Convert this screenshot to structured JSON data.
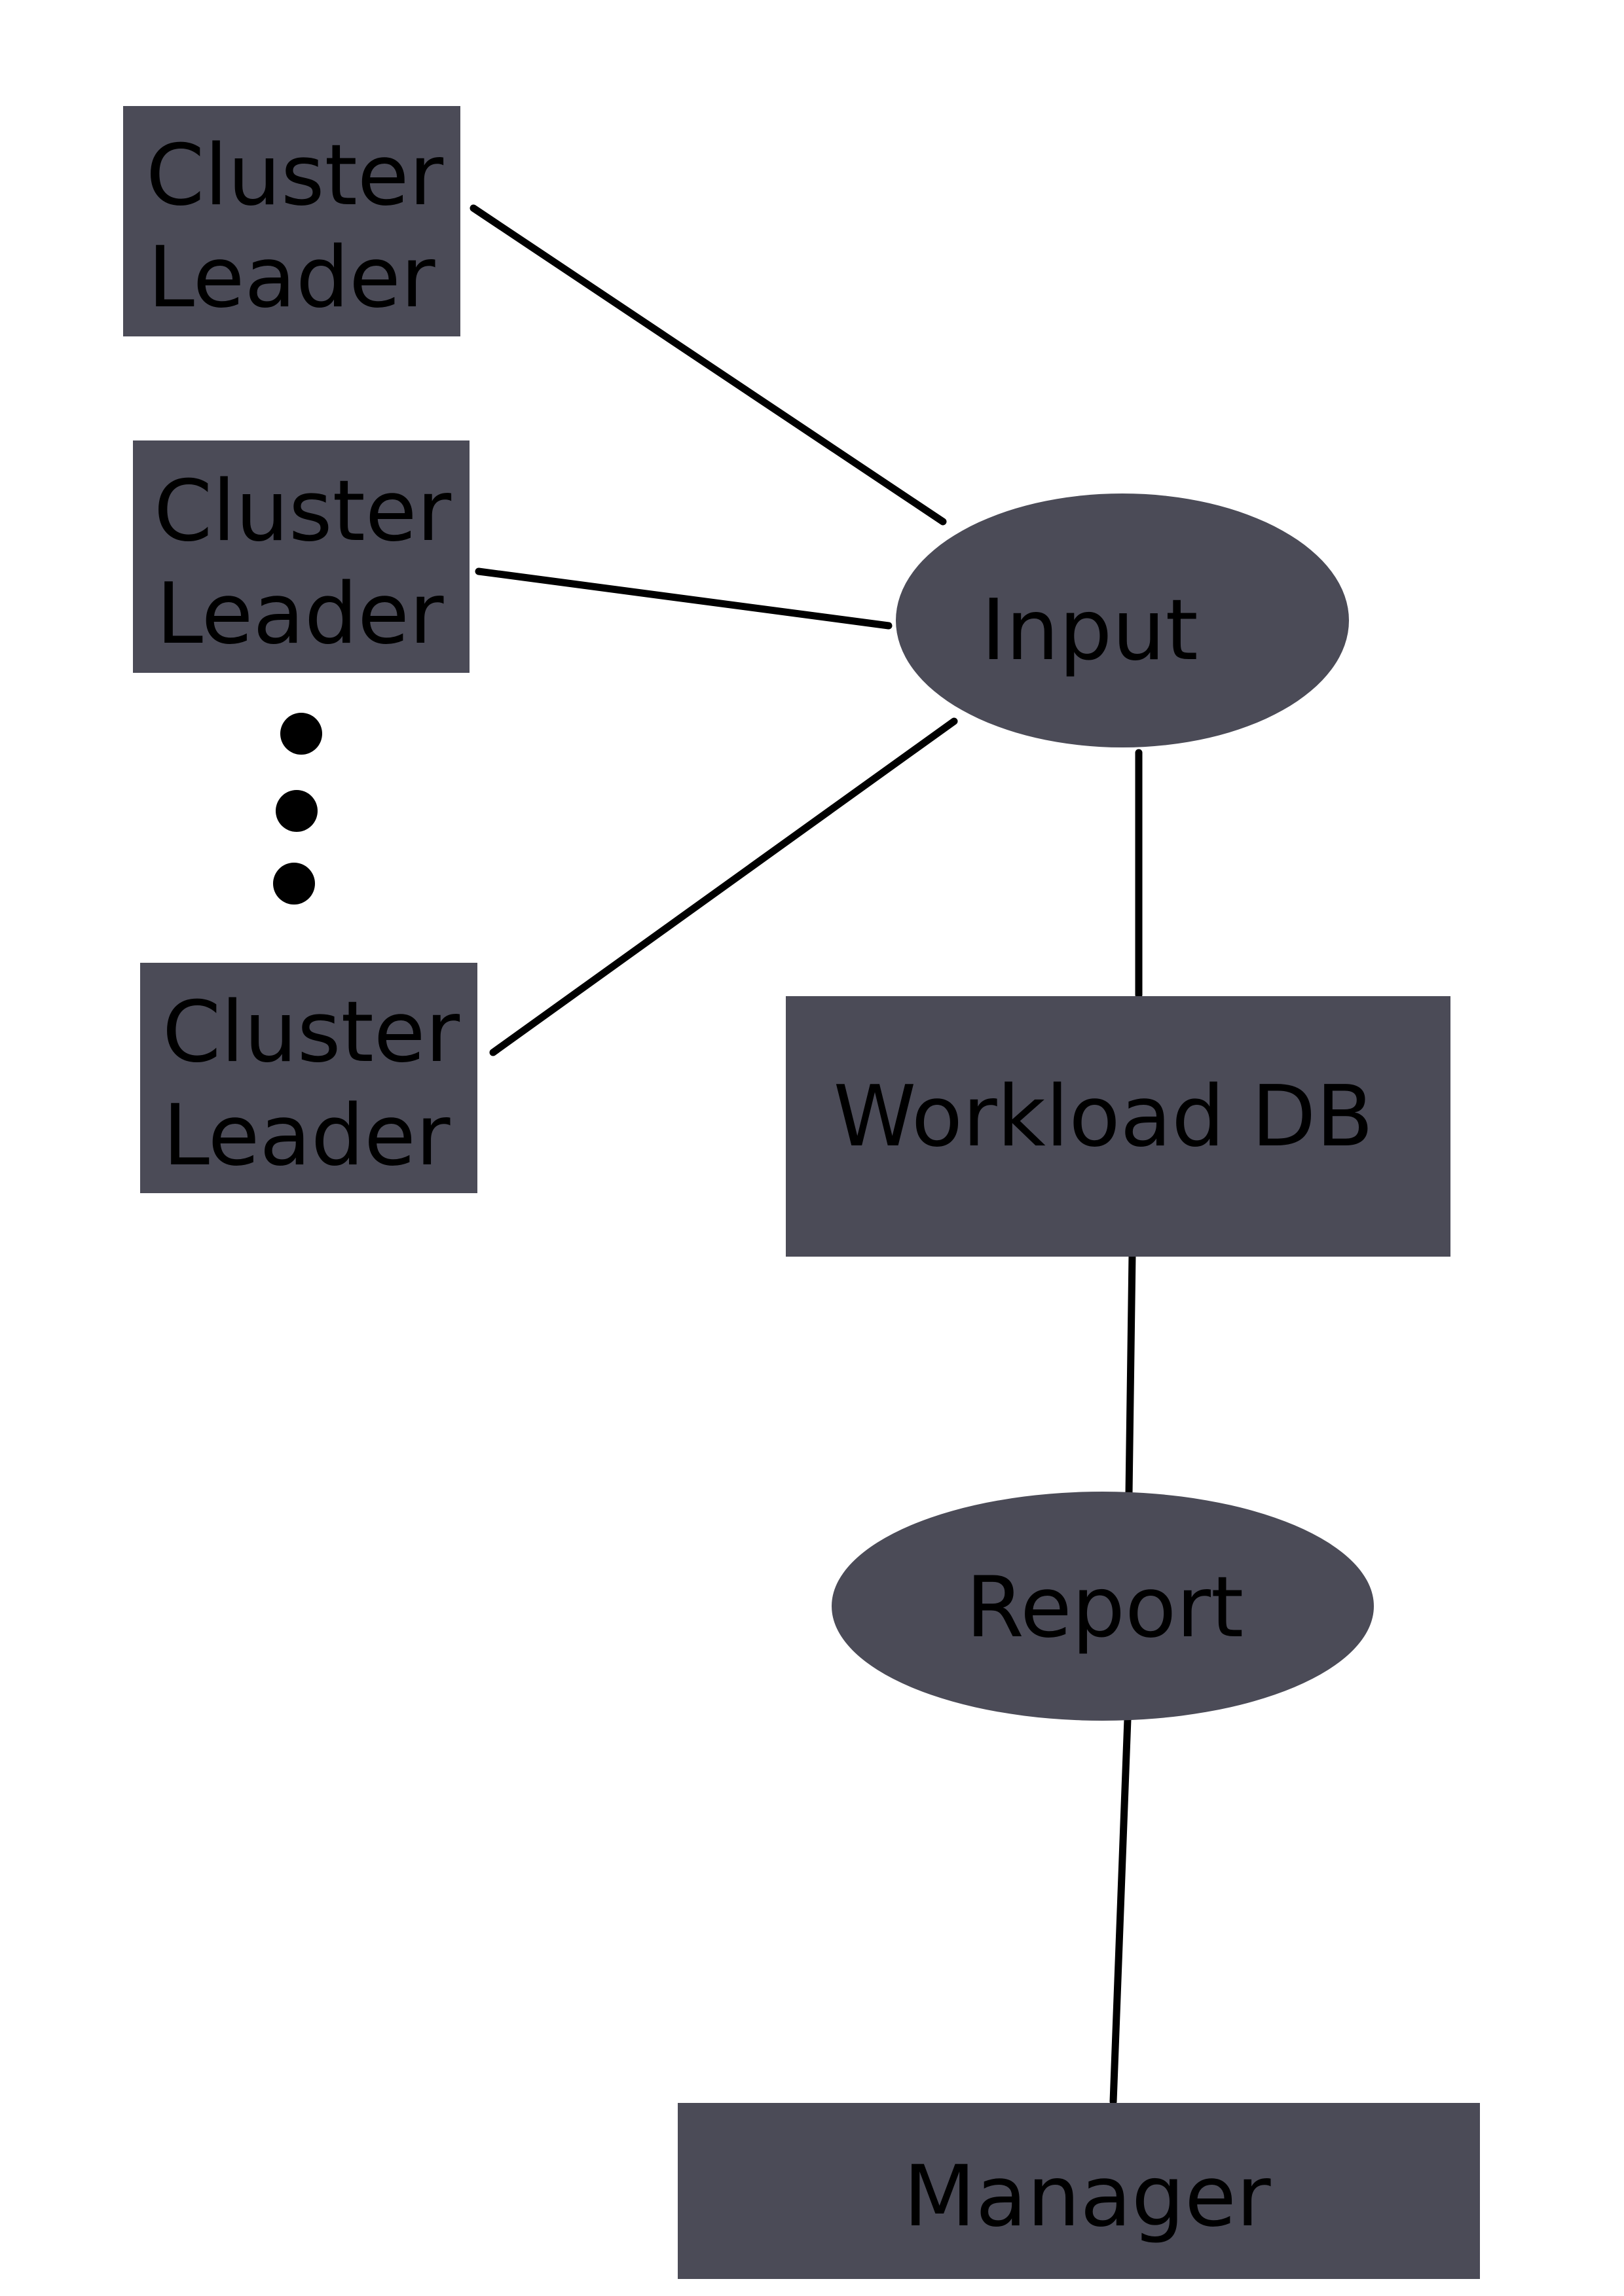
{
  "diagram": {
    "nodes": {
      "cluster_leader_1": {
        "line1": "Cluster",
        "line2": "Leader"
      },
      "cluster_leader_2": {
        "line1": "Cluster",
        "line2": "Leader"
      },
      "cluster_leader_3": {
        "line1": "Cluster",
        "line2": "Leader"
      },
      "input": {
        "label": "Input"
      },
      "workload_db": {
        "label": "Workload DB"
      },
      "report": {
        "label": "Report"
      },
      "manager": {
        "label": "Manager"
      }
    },
    "edges": [
      {
        "from": "cluster_leader_1",
        "to": "input"
      },
      {
        "from": "cluster_leader_2",
        "to": "input"
      },
      {
        "from": "cluster_leader_3",
        "to": "input"
      },
      {
        "from": "input",
        "to": "workload_db"
      },
      {
        "from": "workload_db",
        "to": "report"
      },
      {
        "from": "report",
        "to": "manager"
      }
    ],
    "colors": {
      "node_fill": "#4b4b57",
      "text": "#000000",
      "edge": "#000000"
    }
  }
}
